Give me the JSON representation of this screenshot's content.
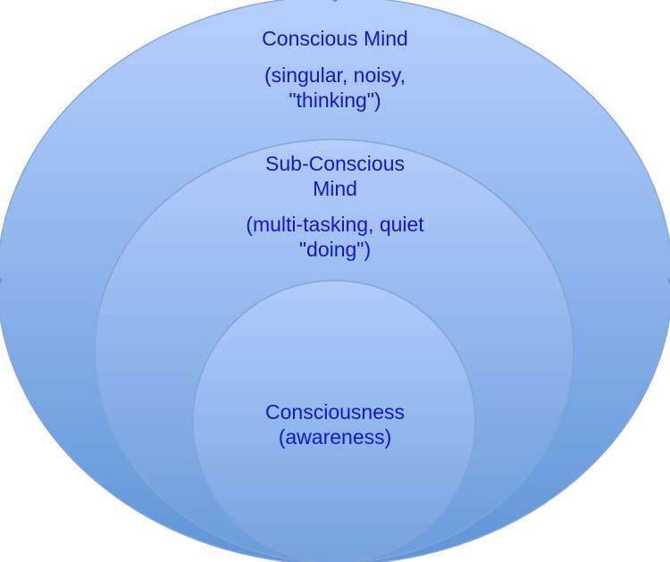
{
  "colors": {
    "text": "#1414d2",
    "circle_fill_top": "#b3cefb",
    "circle_fill_bottom": "#5f93d8",
    "circle_stroke": "#7f9fc9"
  },
  "outer": {
    "title": "Conscious Mind",
    "description": "(singular, noisy,\n\"thinking\")"
  },
  "middle": {
    "title": "Sub-Conscious\nMind",
    "description": "(multi-tasking, quiet\n\"doing\")"
  },
  "inner": {
    "title": "Consciousness\n(awareness)"
  }
}
